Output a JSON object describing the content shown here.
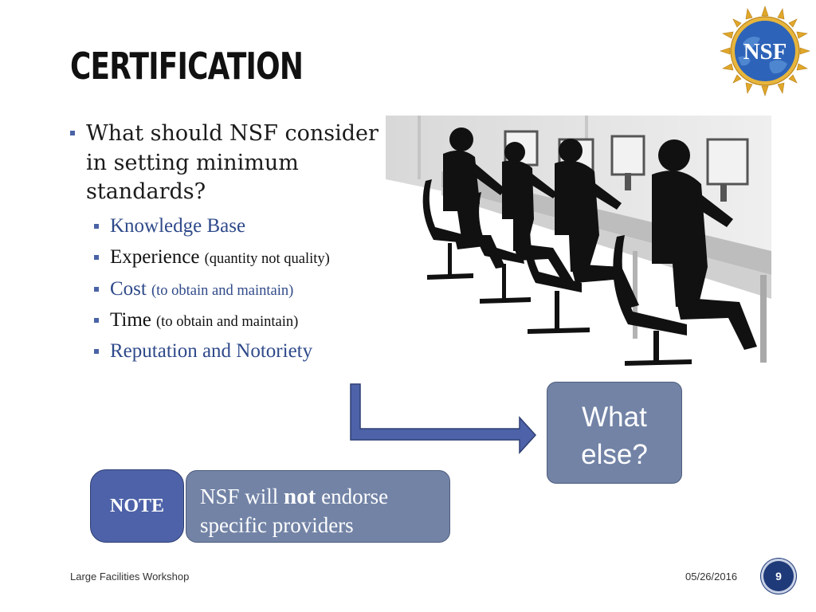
{
  "slide": {
    "title": "CERTIFICATION",
    "logo_text": "NSF",
    "question": "What should NSF consider in setting minimum standards?",
    "items": [
      {
        "main": "Knowledge Base",
        "detail": ""
      },
      {
        "main": "Experience",
        "detail": "(quantity not quality)"
      },
      {
        "main": "Cost",
        "detail": "(to obtain and maintain)"
      },
      {
        "main": "Time",
        "detail": "(to obtain and maintain)"
      },
      {
        "main": "Reputation and Notoriety",
        "detail": ""
      }
    ],
    "what_else": {
      "line1": "What",
      "line2": "else?"
    },
    "note": {
      "badge": "NOTE",
      "text_before": "NSF will",
      "text_bold": "not",
      "text_after": "endorse",
      "text_line2": "specific providers"
    },
    "footer": {
      "left": "Large Facilities Workshop",
      "date": "05/26/2016",
      "page": "9"
    }
  },
  "colors": {
    "accent": "#4d62a8",
    "box": "#7283a6",
    "bullet": "#4a63a6",
    "text_blue": "#2f4a8a",
    "page_badge": "#1f3a78"
  },
  "icons": {
    "logo": "nsf-globe-logo",
    "bullet": "square-bullet",
    "arrow": "elbow-arrow-right"
  }
}
